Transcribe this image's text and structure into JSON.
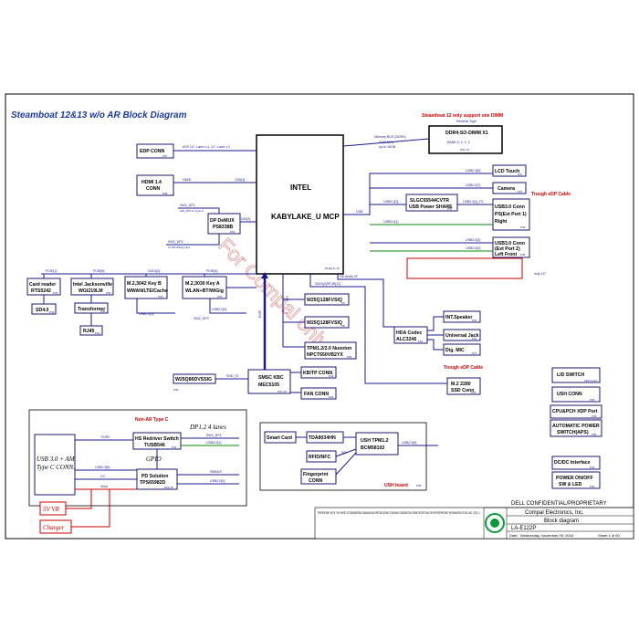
{
  "title": "Steamboat 12&13 w/o AR Block Diagram",
  "watermark": "For Compal only",
  "cpu": {
    "vendor": "INTEL",
    "name": "KABYLAKE_U MCP",
    "page": "PAGE 6~16"
  },
  "notes": {
    "ddr_note": "Steamboat 12 only support one DIMM",
    "ddr_note2": "Reverse Type",
    "only14": "only 14\"",
    "trough_edp_1": "Trough eDP Cable",
    "trough_edp_2": "Trough eDP Cable",
    "non_ar": "Non-AR Type C",
    "dp_lanes": "DP1.2 4 lanes",
    "dp_sw": "SW_DP2 to Type-C",
    "dp_sw2": "To M2 WiGig card",
    "edp_note": "eDP 14\": Lane x 4, 12\": Lane x 2"
  },
  "blocks": {
    "ddr": {
      "name": "DDR4-SO-DIMM X1",
      "sub": "BANK 0, 1, 2, 3",
      "pg": "P20~21"
    },
    "mem_bus": {
      "line1": "Memory BUS (DDR4)",
      "line2": "2133 MHz",
      "line3": "up to 16GB"
    },
    "edp_conn": {
      "name": "EDP CONN",
      "pg": "P27"
    },
    "hdmi": {
      "name": "HDMI 1.4",
      "name2": "CONN",
      "pg": "P28"
    },
    "dp_demux": {
      "name": "DP DeMUX",
      "name2": "PS8338B",
      "pg": "P32"
    },
    "lcd_touch": {
      "name": "LCD Touch",
      "pg": "P27"
    },
    "camera": {
      "name": "Camera",
      "pg": "P27"
    },
    "usb_power_share": {
      "name": "SLGC55544CVTR",
      "name2": "USB Power SHARE",
      "pg": "P37"
    },
    "usb30_p1": {
      "name": "USB3.0 Conn",
      "name2": "PS(Ext Port 1)",
      "name3": "Right",
      "pg": "P36"
    },
    "usb30_p2": {
      "name": "USB3.0 Conn",
      "name2": "(Ext Port 2)",
      "name3": "Left Front",
      "pg": "P36"
    },
    "card_reader": {
      "name": "Card reader",
      "name2": "RTS5242",
      "pg": "P33"
    },
    "sd40": {
      "name": "SD4.0",
      "pg": "P33"
    },
    "jacksonville": {
      "name": "Intel Jacksonville",
      "name2": "WGI219LM",
      "pg": "P30"
    },
    "transformer": {
      "name": "Transformer",
      "pg": "P30"
    },
    "rj45": {
      "name": "RJ45",
      "pg": "P30"
    },
    "m2_wwan": {
      "name": "M.2,3042 Key B",
      "name2": "WWAN/LTE/Cache",
      "pg": "P33"
    },
    "m2_wlan": {
      "name": "M.2,3030 Key A",
      "name2": "WLAN+BT/WiGig",
      "pg": "P33"
    },
    "w25_a": {
      "name": "W25Q128FVSIQ",
      "pg": "P8"
    },
    "w25_b": {
      "name": "W25Q128FVSIQ",
      "pg": "P8"
    },
    "tpm_nuvoton": {
      "name": "TPM1.2/2.0 Nuvoton",
      "name2": "NPCT650VB2YX",
      "pg": "P35"
    },
    "w25_smsc": {
      "name": "W25Q80DVSSIG",
      "pg": "P40"
    },
    "smsc": {
      "name": "SMSC KBC",
      "name2": "MEC5105",
      "pg": "P37-33"
    },
    "kb_tp": {
      "name": "KB/TP CONN",
      "pg": "P33"
    },
    "fan": {
      "name": "FAN CONN",
      "pg": "P33"
    },
    "hda": {
      "name": "HDA Codec",
      "name2": "ALC3246",
      "pg": "P31"
    },
    "int_speaker": {
      "name": "INT.Speaker",
      "pg": "P31"
    },
    "universal_jack": {
      "name": "Universal Jack",
      "pg": "P31"
    },
    "dig_mic": {
      "name": "Dig. MIC",
      "pg": "P27"
    },
    "ssd": {
      "name": "M.2 2280",
      "name2": "SSD Conn",
      "pg": "P34"
    },
    "hs_redriver": {
      "name": "HS Redriver Switch",
      "name2": "TUSB546",
      "pg": "P44"
    },
    "pd_solution": {
      "name": "PD Solution",
      "name2": "TPS65982D",
      "pg": "P24-25"
    },
    "usb_typec": {
      "name": "USB 3.0 + AM",
      "name2": "Type C CONN."
    },
    "smart_card": {
      "name": "Smart Card"
    },
    "tda": {
      "name": "TDA8034HN"
    },
    "rfid": {
      "name": "RFID/NFC"
    },
    "ush_tpm": {
      "name": "USH TPM1.2",
      "name2": "BCM58102"
    },
    "fingerprint": {
      "name": "Fingerprint",
      "name2": "CONN"
    },
    "usb_conn_right": {
      "name": "USH CONN",
      "pg": "P36"
    },
    "lid_switch": {
      "name": "LID SWITCH",
      "pg": "LED board"
    },
    "cpu_pch_xdp": {
      "name": "CPU&PCH XDP Port",
      "pg": "P34"
    },
    "auto_power": {
      "name": "AUTOMATIC POWER",
      "name2": "SWITCH(APS)",
      "pg": "P35"
    },
    "dcdc": {
      "name": "DC/DC Interface",
      "pg": "P40"
    },
    "power_onoff": {
      "name": "POWER ON/OFF",
      "name2": "SW & LED",
      "pg": "P39"
    },
    "gpio": {
      "name": "GPIO"
    },
    "v5vr": {
      "name": "5V VR"
    },
    "charger": {
      "name": "Charger"
    },
    "usb_board": {
      "name": "USH board",
      "pg": "P38"
    }
  },
  "signals": {
    "ddi1": "DDI[1]",
    "ddi2": "DDI[2]",
    "hdmi": "HDMI",
    "sw2dp1": "SW2_DP1",
    "sw2dp2": "SW2_DP2",
    "usb20_8": "USB2.0[8]",
    "usb20_7": "USB2.0[7]",
    "usb20_3": "USB2.0[3]",
    "usb30_1": "USB3.0[1]",
    "usb20_1_p1": "USB2.0[1]_P1",
    "usb20_2": "USB2.0[2]",
    "usb30_2": "USB3.0[2]",
    "usb": "USB",
    "pcie1": "PCIE[1]",
    "pcie6": "PCIE[6]",
    "sata3": "SATA[3]",
    "pcie4": "PCIE[4]",
    "usb20_5": "USB2.0[5]",
    "usb20_4": "USB2.0[4]",
    "sw2dp2b": "SW2_DP2",
    "hdaudio": "HD Audio I/F",
    "sata2_pcie11": "SATA[2]/PCIE[11]",
    "spi": "SPI",
    "espi": "ESPI",
    "shd_io": "SHD_IO",
    "pi2s": "PS2 I/F",
    "txrx": "TX/RX",
    "usb20_6": "USB2.0[6]",
    "cc": "CC",
    "vbus": "Vbus",
    "smbus": "SMBUS",
    "usb20_0": "USB2.0[0]",
    "usb20_6b": "USB2.0[6]"
  },
  "titleblock": {
    "confidential": "DELL CONFIDENTIAL/PROPRIETARY",
    "company": "Compal Electronics, Inc.",
    "doc": "Block diagram",
    "model": "LA-E122P",
    "proprietary": "PROPRIETARY NOTE: THIS SHEET OF ENGINEERING DRAWING AND SPECIFICATIONS CONTAINS CONFIDENTIAL TRADE SECRET AND OTHER PROPRIETARY INFORMATION OF DELL INC. (\"DELL\").",
    "date_label": "Date:",
    "date": "Wednesday, November 09, 2016",
    "sheet": "Sheet 1 of 60"
  }
}
